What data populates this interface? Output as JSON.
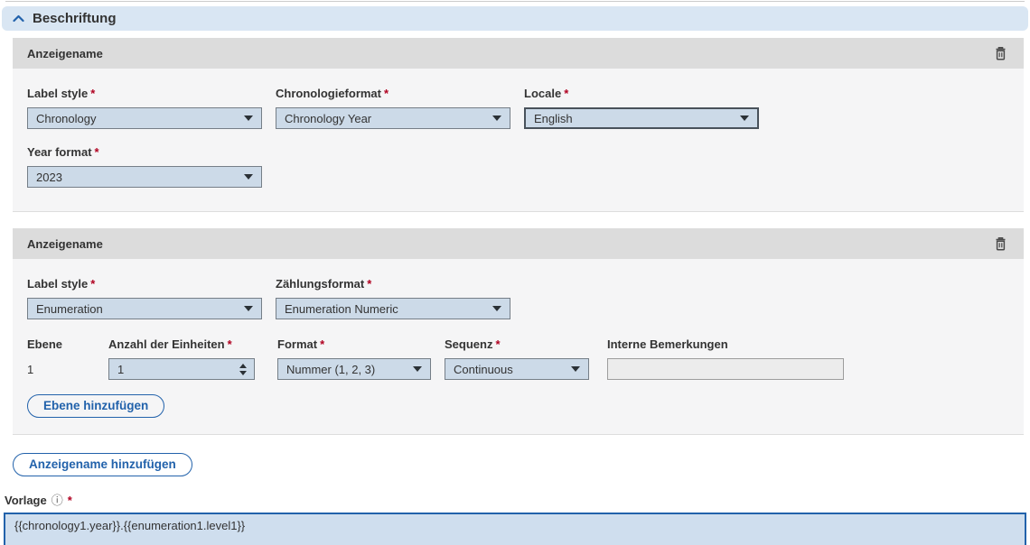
{
  "required_marker": "*",
  "colors": {
    "accent_blue": "#2262ab",
    "section_header_bg": "#d9e6f3",
    "panel_header_bg": "#dcdcdc",
    "panel_body_bg": "#f5f5f6",
    "field_bg": "#ccdae8",
    "field_border": "#757e87",
    "required_red": "#b00020",
    "textarea_bg": "#cfdeee"
  },
  "icons": {
    "collapse": "chevron-up-icon",
    "delete": "trash-icon",
    "dropdown_caret": "caret-down-icon",
    "spinner_up": "caret-up-icon",
    "spinner_down": "caret-down-icon",
    "info_glyph": "ⓘ"
  },
  "section": {
    "title": "Beschriftung"
  },
  "panel1": {
    "title": "Anzeigename",
    "fields": {
      "label_style": {
        "label": "Label style",
        "value": "Chronology"
      },
      "chronology_format": {
        "label": "Chronologieformat",
        "value": "Chronology Year"
      },
      "locale": {
        "label": "Locale",
        "value": "English"
      },
      "year_format": {
        "label": "Year format",
        "value": "2023"
      }
    }
  },
  "panel2": {
    "title": "Anzeigename",
    "fields": {
      "label_style": {
        "label": "Label style",
        "value": "Enumeration"
      },
      "enumeration_format": {
        "label": "Zählungsformat",
        "value": "Enumeration Numeric"
      },
      "level": {
        "label": "Ebene",
        "value": "1"
      },
      "units": {
        "label": "Anzahl der Einheiten",
        "value": "1"
      },
      "format": {
        "label": "Format",
        "value": "Nummer (1, 2, 3)"
      },
      "sequence": {
        "label": "Sequenz",
        "value": "Continuous"
      },
      "internal_remarks": {
        "label": "Interne Bemerkungen",
        "value": ""
      }
    },
    "add_level_button": {
      "label": "Ebene hinzufügen"
    }
  },
  "buttons": {
    "add_display_name": {
      "label": "Anzeigename hinzufügen"
    }
  },
  "template_field": {
    "label": "Vorlage",
    "value": "{{chronology1.year}}.{{enumeration1.level1}}"
  }
}
